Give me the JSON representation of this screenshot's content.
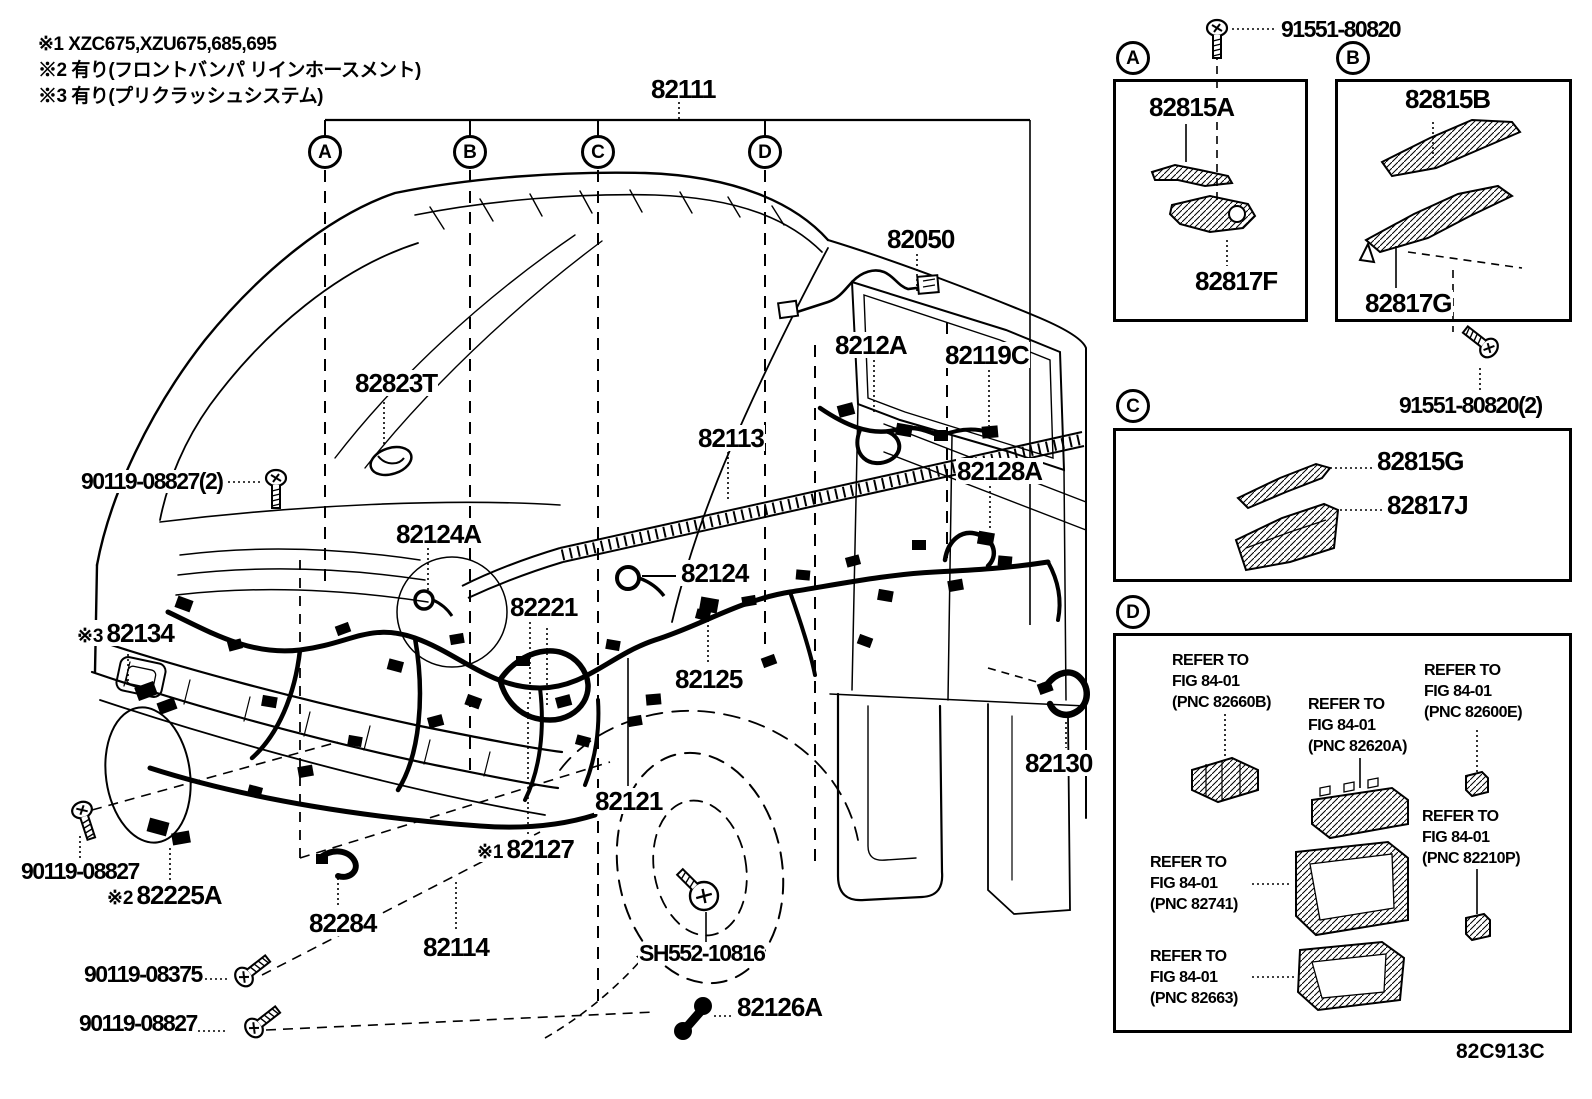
{
  "notes": {
    "n1": "※1 XZC675,XZU675,685,695",
    "n2": "※2 有り(フロントバンパ リインホースメント)",
    "n3": "※3 有り(プリクラッシュシステム)"
  },
  "callout_letters": {
    "a": "A",
    "b": "B",
    "c": "C",
    "d": "D"
  },
  "part_labels": {
    "p82111": {
      "text": "82111"
    },
    "p82050": {
      "text": "82050"
    },
    "p8212A": {
      "text": "8212A"
    },
    "p82119C": {
      "text": "82119C"
    },
    "p82823T": {
      "text": "82823T"
    },
    "p82113": {
      "text": "82113"
    },
    "p90119_08827_2": {
      "text": "90119-08827(2)"
    },
    "p82128A": {
      "text": "82128A"
    },
    "p82124A": {
      "text": "82124A"
    },
    "p82124": {
      "text": "82124"
    },
    "p82221": {
      "text": "82221"
    },
    "p82134": {
      "prefix": "※3",
      "text": "82134"
    },
    "p82125": {
      "text": "82125"
    },
    "p82121": {
      "text": "82121"
    },
    "p82127": {
      "prefix": "※1",
      "text": "82127"
    },
    "p90119_08827_a": {
      "text": "90119-08827"
    },
    "p82225A": {
      "prefix": "※2",
      "text": "82225A"
    },
    "p82284": {
      "text": "82284"
    },
    "p82114": {
      "text": "82114"
    },
    "pSH552": {
      "text": "SH552-10816"
    },
    "p90119_08375": {
      "text": "90119-08375"
    },
    "p90119_08827_b": {
      "text": "90119-08827"
    },
    "p82126A": {
      "text": "82126A"
    },
    "p82130": {
      "text": "82130"
    },
    "p91551_top": {
      "text": "91551-80820"
    },
    "p91551_2": {
      "text": "91551-80820(2)"
    },
    "p82815A": {
      "text": "82815A"
    },
    "p82817F": {
      "text": "82817F"
    },
    "p82815B": {
      "text": "82815B"
    },
    "p82817G": {
      "text": "82817G"
    },
    "p82815G": {
      "text": "82815G"
    },
    "p82817J": {
      "text": "82817J"
    }
  },
  "refer_blocks": [
    {
      "l1": "REFER TO",
      "l2": "FIG 84-01",
      "l3": "(PNC 82660B)"
    },
    {
      "l1": "REFER TO",
      "l2": "FIG 84-01",
      "l3": "(PNC 82620A)"
    },
    {
      "l1": "REFER TO",
      "l2": "FIG 84-01",
      "l3": "(PNC 82600E)"
    },
    {
      "l1": "REFER TO",
      "l2": "FIG 84-01",
      "l3": "(PNC 82741)"
    },
    {
      "l1": "REFER TO",
      "l2": "FIG 84-01",
      "l3": "(PNC 82210P)"
    },
    {
      "l1": "REFER TO",
      "l2": "FIG 84-01",
      "l3": "(PNC 82663)"
    }
  ],
  "diagram_code": "82C913C",
  "colors": {
    "line": "#000000",
    "background": "#ffffff"
  }
}
